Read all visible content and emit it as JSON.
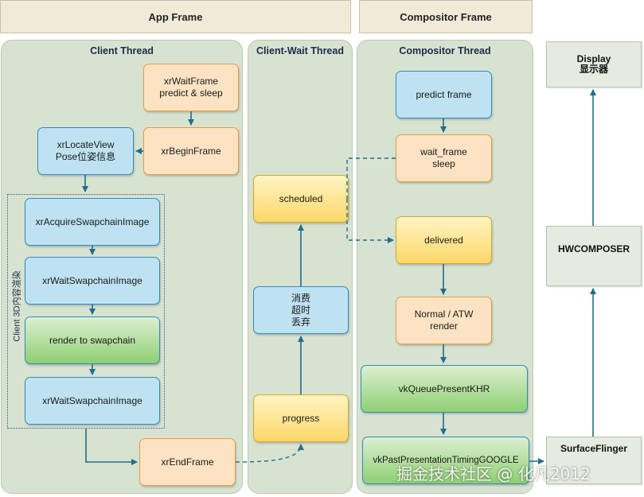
{
  "headers": {
    "app_frame": "App Frame",
    "compositor_frame": "Compositor Frame"
  },
  "lanes": {
    "client": "Client Thread",
    "client_wait": "Client-Wait Thread",
    "compositor": "Compositor Thread"
  },
  "render_group_label": "Client 3D内容渲染",
  "client_nodes": {
    "wait_frame_1": "xrWaitFrame",
    "wait_frame_2": "predict & sleep",
    "begin_frame": "xrBeginFrame",
    "locate_views_1": "xrLocateView",
    "locate_views_2": "Pose位姿信息",
    "acquire": "xrAcquireSwapchainImage",
    "wait_image_1": "xrWaitSwapchainImage",
    "render": "render to swapchain",
    "wait_image_2": "xrWaitSwapchainImage",
    "end_frame": "xrEndFrame"
  },
  "wait_nodes": {
    "scheduled": "scheduled",
    "consume_1": "消费",
    "consume_2": "超时",
    "consume_3": "丢弃",
    "progress": "progress"
  },
  "compositor_nodes": {
    "predict": "predict frame",
    "wait_1": "wait_frame",
    "wait_2": "sleep",
    "delivered": "delivered",
    "normal_1": "Normal / ATW",
    "normal_2": "render",
    "present": "vkQueuePresentKHR",
    "timing": "vkPastPresentationTimingGOOGLE"
  },
  "system": {
    "display_1": "Display",
    "display_2": "显示器",
    "hwcomposer": "HWCOMPOSER",
    "surfaceflinger": "SurfaceFlinger"
  },
  "watermark": "掘金技术社区 @ 化凡2012",
  "colors": {
    "arrow": "#1f6e8c",
    "lane": "#d8e2d1",
    "header": "#f1ead9"
  }
}
